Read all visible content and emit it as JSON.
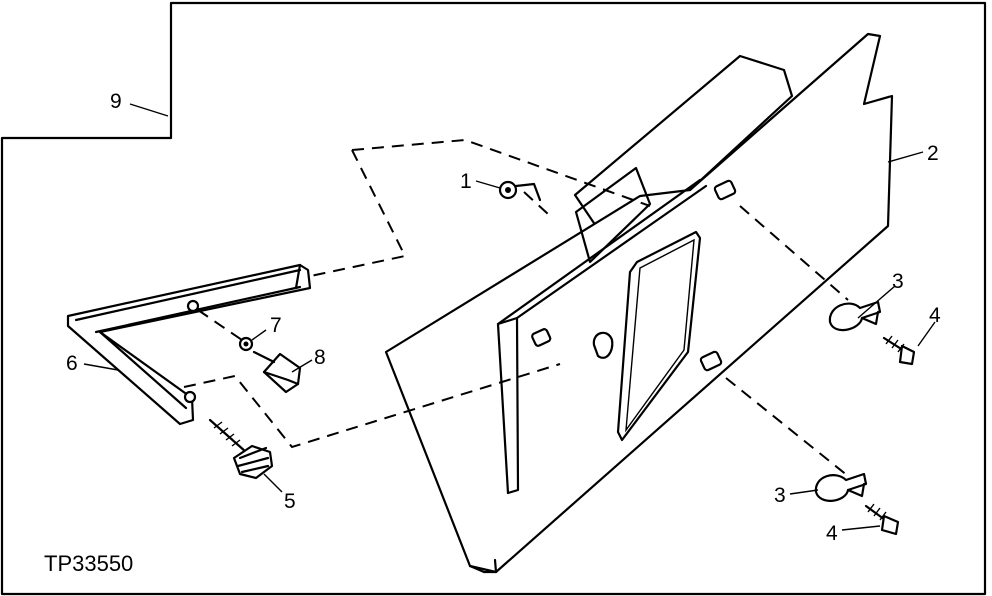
{
  "figure_code": "TP33550",
  "callouts": {
    "c1": "1",
    "c2": "2",
    "c3a": "3",
    "c3b": "3",
    "c4a": "4",
    "c4b": "4",
    "c5": "5",
    "c6": "6",
    "c7": "7",
    "c8": "8",
    "c9": "9"
  }
}
